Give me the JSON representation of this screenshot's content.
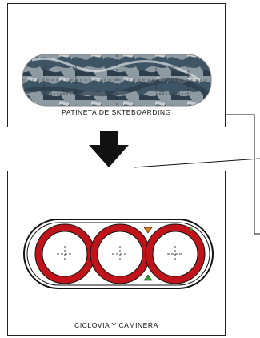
{
  "top_panel": {
    "caption": "PATINETA DE SKTEBOARDING"
  },
  "bottom_panel": {
    "caption": "CICLOVIA Y CAMINERA"
  },
  "colors": {
    "line": "#111111",
    "circle_red": "#c0141a",
    "marker_green": "#2ca02c",
    "marker_orange": "#e07a10",
    "board_dark": "#3e5566",
    "board_light": "#9aa6ad"
  },
  "icons": [
    "down-arrow-icon",
    "connector-bracket"
  ]
}
